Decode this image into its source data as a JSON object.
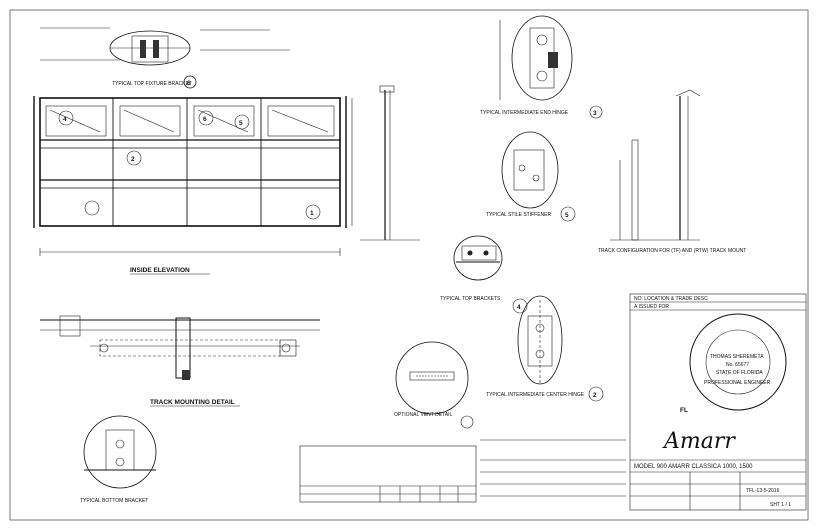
{
  "drawing": {
    "logo": "Amarr",
    "title_block": {
      "model_line": "MODEL 900 AMARR CLASSICA 1000, 1500",
      "sheet": "SHT 1 / 1",
      "drawing_no": "TFL-13-5-2016"
    },
    "revision_table": {
      "header": "NO. LOCATION & TRADE DESC",
      "row": "A  ISSUED FOR"
    },
    "seal": {
      "name": "THOMAS SHEREMETA",
      "license": "No. 65677",
      "state": "STATE OF FLORIDA",
      "profession": "PROFESSIONAL ENGINEER",
      "state_abbr": "FL"
    },
    "views": {
      "elevation": "INSIDE ELEVATION",
      "track_detail": "TRACK MOUNTING DETAIL",
      "top_fixture": "TYPICAL TOP FIXTURE BRACKET",
      "end_hinge": "TYPICAL INTERMEDIATE END HINGE",
      "stile_stiffener": "TYPICAL STILE STIFFENER",
      "top_brackets": "TYPICAL TOP BRACKETS",
      "center_hinge": "TYPICAL INTERMEDIATE CENTER HINGE",
      "vent_detail": "OPTIONAL VENT DETAIL",
      "bottom_bracket": "TYPICAL BOTTOM BRACKET",
      "jamb_section": "TRACK CONFIGURATION FOR (TF) AND (RTW) TRACK MOUNT"
    },
    "callouts": [
      "1",
      "2",
      "3",
      "4",
      "5",
      "6"
    ],
    "panel_numbers": [
      "4",
      "5",
      "6"
    ]
  }
}
